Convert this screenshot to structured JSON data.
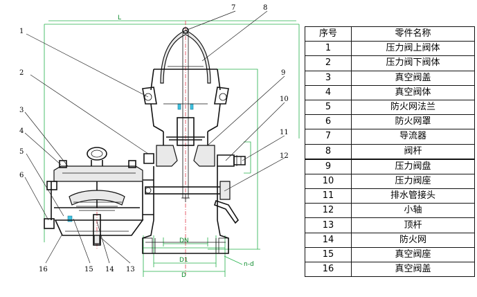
{
  "callouts": [
    "1",
    "2",
    "3",
    "4",
    "5",
    "6",
    "7",
    "8",
    "9",
    "10",
    "11",
    "12",
    "13",
    "14",
    "15",
    "16"
  ],
  "dimensions": {
    "overall_length": "L",
    "nominal_dia": "DN",
    "bolt_circle": "D1",
    "flange_dia": "D",
    "bolt_holes": "n-d"
  },
  "table": {
    "headers": [
      "序号",
      "零件名称"
    ],
    "rows": [
      {
        "no": "1",
        "name": "压力阀上阀体"
      },
      {
        "no": "2",
        "name": "压力阀下阀体"
      },
      {
        "no": "3",
        "name": "真空阀盖"
      },
      {
        "no": "4",
        "name": "真空阀体"
      },
      {
        "no": "5",
        "name": "防火网法兰"
      },
      {
        "no": "6",
        "name": "防火网罩"
      },
      {
        "no": "7",
        "name": "导流器"
      },
      {
        "no": "8",
        "name": "阀杆"
      },
      {
        "no": "9",
        "name": "压力阀盘"
      },
      {
        "no": "10",
        "name": "压力阀座"
      },
      {
        "no": "11",
        "name": "排水管接头"
      },
      {
        "no": "12",
        "name": "小轴"
      },
      {
        "no": "13",
        "name": "顶杆"
      },
      {
        "no": "14",
        "name": "防火网"
      },
      {
        "no": "15",
        "name": "真空阀座"
      },
      {
        "no": "16",
        "name": "真空阀盖"
      }
    ]
  }
}
